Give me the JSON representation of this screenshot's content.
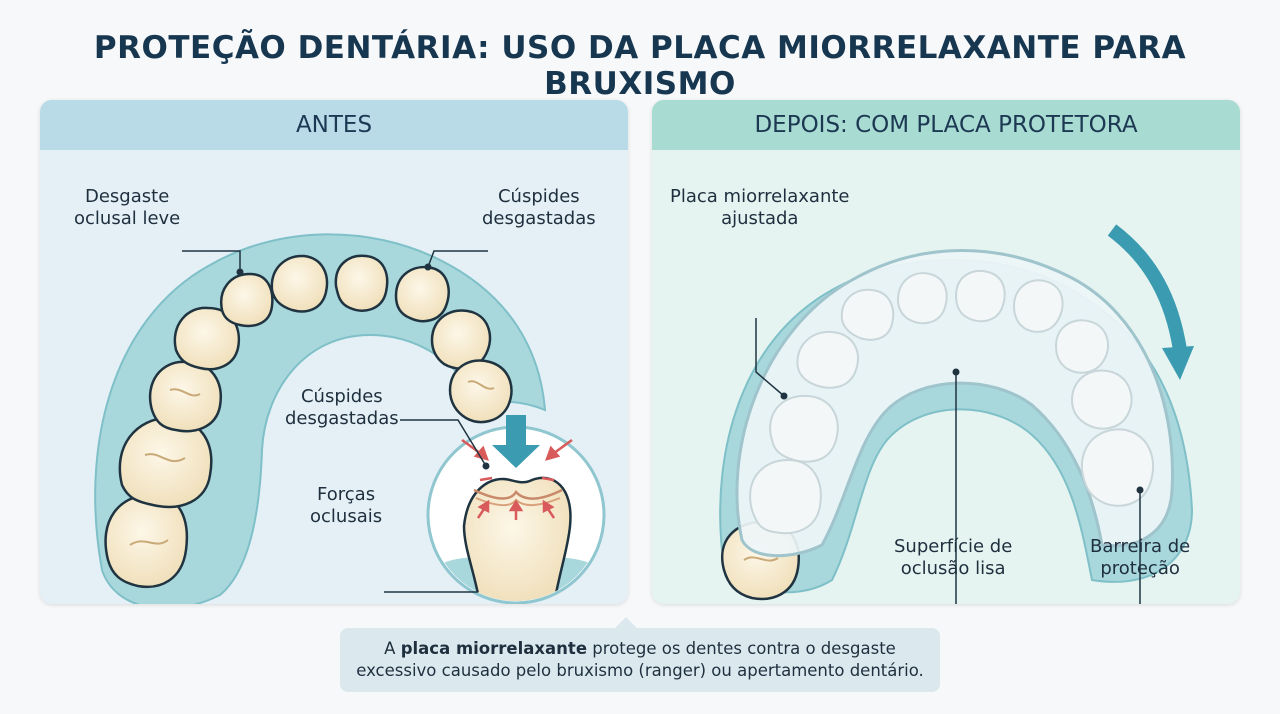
{
  "title": "PROTEÇÃO DENTÁRIA: USO DA PLACA MIORRELAXANTE PARA BRUXISMO",
  "panels": {
    "before": {
      "header": "ANTES",
      "labels": {
        "wear_line1": "Desgaste",
        "wear_line2": "oclusal leve",
        "cusps_top_line1": "Cúspides",
        "cusps_top_line2": "desgastadas",
        "cusps_mid_line1": "Cúspides",
        "cusps_mid_line2": "desgastadas",
        "forces_line1": "Forças",
        "forces_line2": "oclusais"
      }
    },
    "after": {
      "header": "DEPOIS: COM PLACA PROTETORA",
      "labels": {
        "splint_line1": "Placa miorrelaxante",
        "splint_line2": "ajustada",
        "surface_line1": "Superfície de",
        "surface_line2": "oclusão lisa",
        "barrier_line1": "Barreira de",
        "barrier_line2": "proteção"
      }
    }
  },
  "caption": {
    "part1_prefix": "A ",
    "part1_bold": "placa miorrelaxante",
    "part1_suffix": " protege os dentes contra o desgaste",
    "line2": "excessivo causado pelo bruxismo (ranger) ou apertamento dentário."
  },
  "colors": {
    "gum": "#a9d8dd",
    "tooth": "#f6ebd2",
    "tooth_outline": "#1f3440",
    "splint": "#e9f2f5",
    "arrow": "#3b9bb0",
    "force_arrow": "#d85a5a"
  }
}
